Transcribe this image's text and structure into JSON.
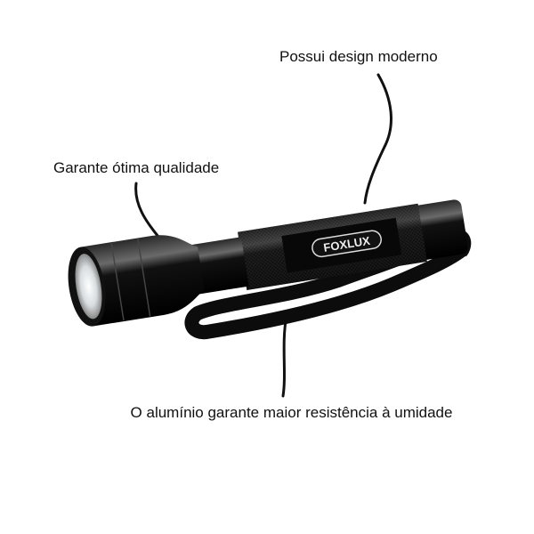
{
  "callouts": {
    "top": "Possui design moderno",
    "left": "Garante ótima qualidade",
    "bottom": "O alumínio garante maior resistência à umidade"
  },
  "product": {
    "brand_logo": "FOXLUX",
    "colors": {
      "body": "#0a0a0a",
      "lens": "#e8eef2",
      "background": "#ffffff"
    }
  }
}
